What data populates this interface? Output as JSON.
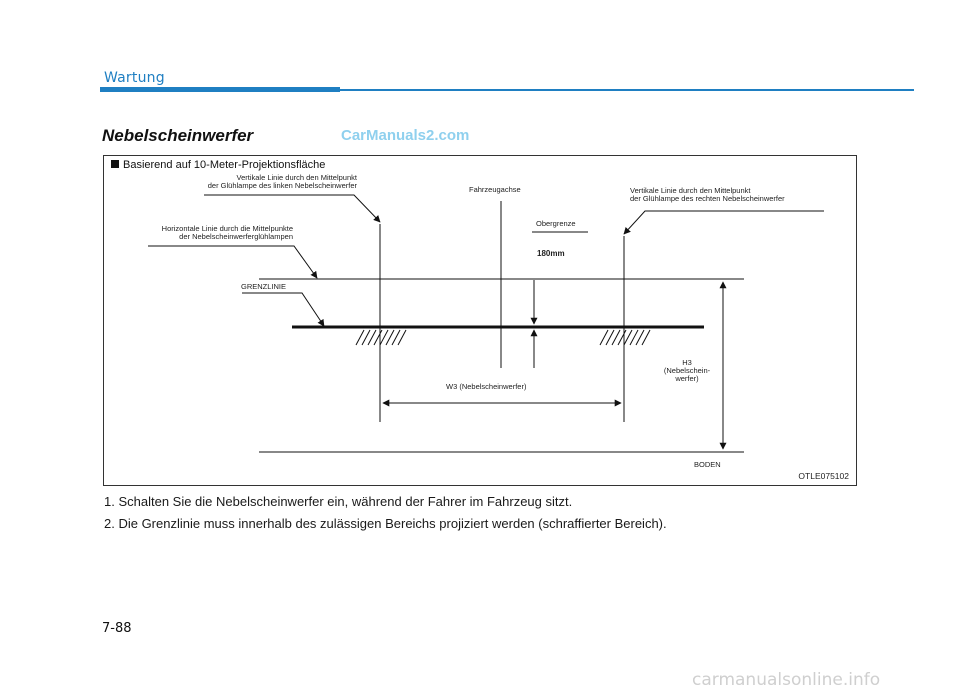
{
  "header": {
    "section": "Wartung"
  },
  "heading": "Nebelscheinwerfer",
  "watermark_top": "CarManuals2.com",
  "figure": {
    "title": "Basierend auf 10-Meter-Projektionsfläche",
    "labels": {
      "vertical_left": "Vertikale Linie durch den Mittelpunkt\nder Glühlampe des linken Nebelscheinwerfer",
      "horizontal_center": "Horizontale Linie durch die Mittelpunkte\nder Nebelscheinwerferglühlampen",
      "cutoff": "GRENZLINIE",
      "vehicle_axis": "Fahrzeugachse",
      "upper_limit": "Obergrenze",
      "distance": "180mm",
      "vertical_right": "Vertikale Linie durch den Mittelpunkt\nder Glühlampe des rechten Nebelscheinwerfer",
      "height": "H3\n(Nebelschein-\nwerfer)",
      "width": "W3 (Nebelscheinwerfer)",
      "ground": "BODEN"
    },
    "code": "OTLE075102"
  },
  "steps": [
    "1. Schalten Sie die Nebelscheinwerfer ein, während der Fahrer im Fahrzeug sitzt.",
    "2. Die Grenzlinie muss innerhalb des zulässigen Bereichs projiziert werden (schraffierter Bereich)."
  ],
  "page_number": "7-88",
  "watermark_bottom": "carmanualsonline.info"
}
